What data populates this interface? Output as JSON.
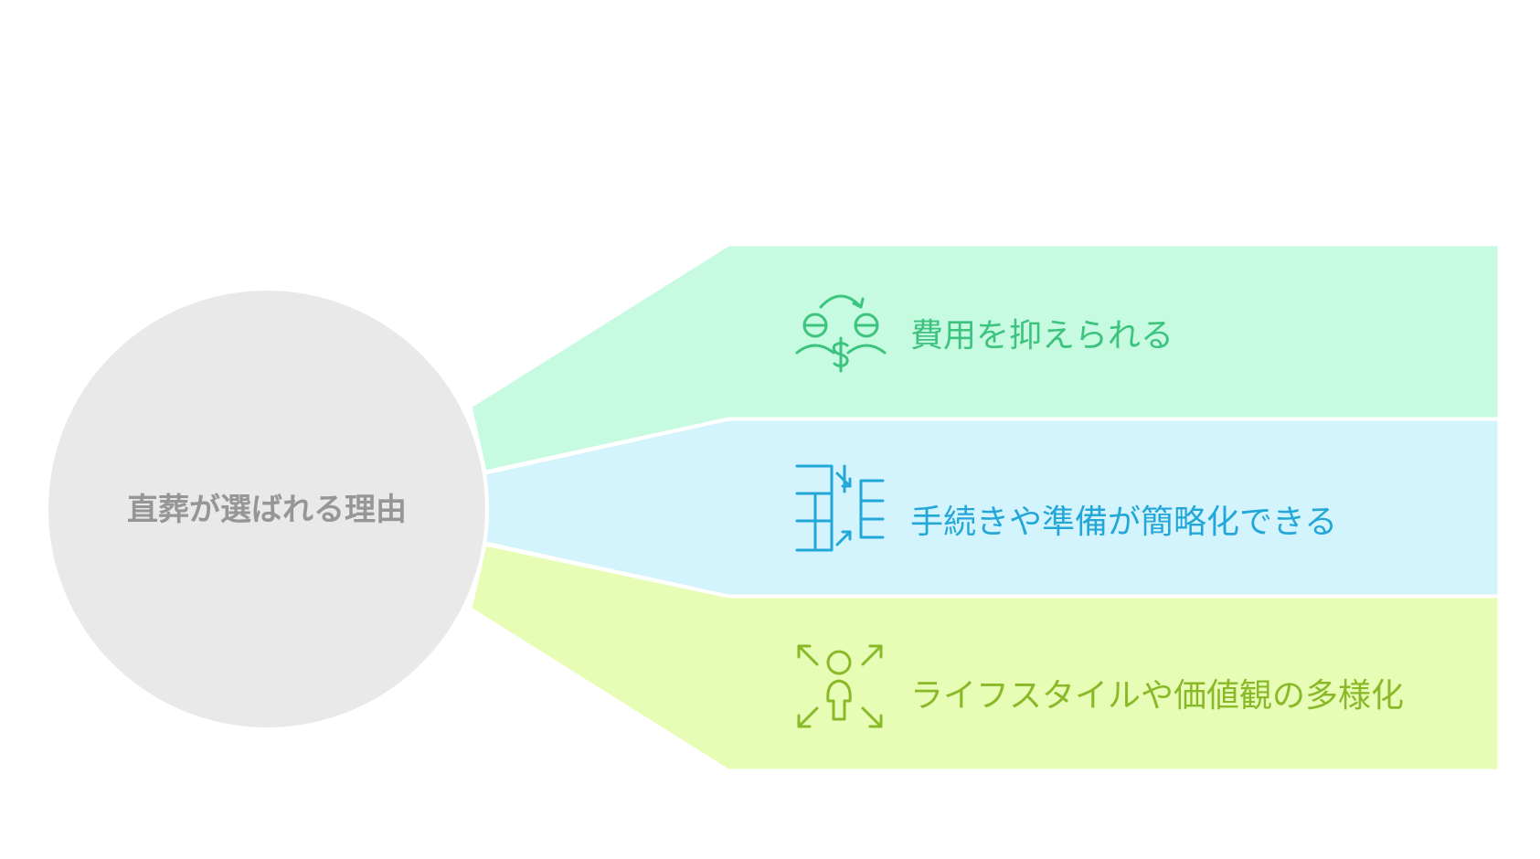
{
  "center": {
    "label": "直葬が選ばれる理由",
    "fill": "#e9e9e9",
    "text_color": "#969696"
  },
  "branches": [
    {
      "label": "費用を抑えられる",
      "icon": "cost-saving-icon",
      "fill": "#c6fbe1",
      "color": "#3cc37e"
    },
    {
      "label": "手続きや準備が簡略化できる",
      "icon": "simplify-icon",
      "fill": "#d3f3fd",
      "color": "#23a7d8"
    },
    {
      "label": "ライフスタイルや価値観の多様化",
      "icon": "person-expand-icon",
      "fill": "#e7fdb6",
      "color": "#8ab928"
    }
  ]
}
